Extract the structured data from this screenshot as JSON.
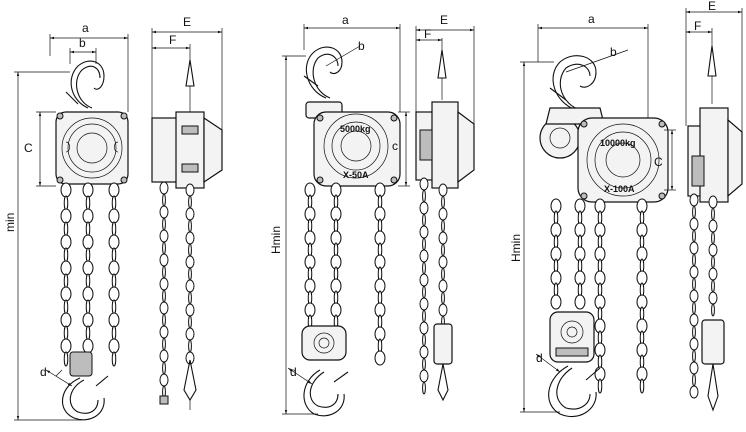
{
  "labels": {
    "a": "a",
    "b": "b",
    "c_upper": "C",
    "c_lower": "c",
    "d": "d",
    "e": "E",
    "f": "F",
    "min": "min",
    "hmin": "Hmin"
  },
  "hoists": [
    {
      "id": "hoist-1",
      "plate_text": ""
    },
    {
      "id": "hoist-2",
      "capacity": "5000kg",
      "model": "X-50A"
    },
    {
      "id": "hoist-3",
      "capacity": "10000kg",
      "model": "X-100A"
    }
  ]
}
